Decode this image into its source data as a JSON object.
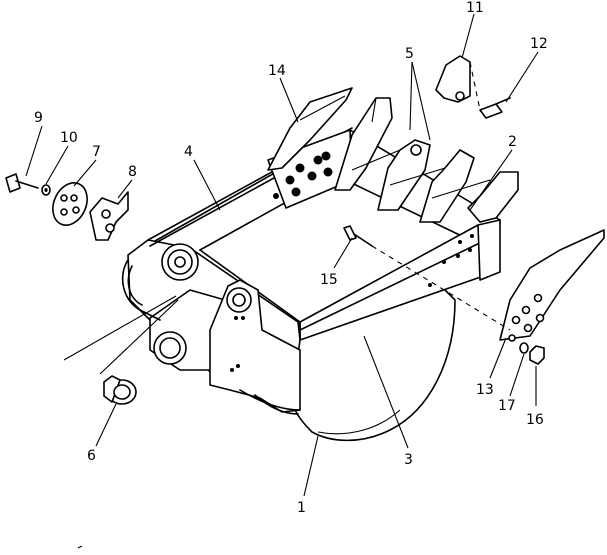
{
  "diagram": {
    "type": "exploded-parts-diagram",
    "callouts": [
      {
        "id": "c1",
        "label": "1"
      },
      {
        "id": "c2",
        "label": "2"
      },
      {
        "id": "c3",
        "label": "3"
      },
      {
        "id": "c4",
        "label": "4"
      },
      {
        "id": "c5",
        "label": "5"
      },
      {
        "id": "c6",
        "label": "6"
      },
      {
        "id": "c7",
        "label": "7"
      },
      {
        "id": "c8",
        "label": "8"
      },
      {
        "id": "c9",
        "label": "9"
      },
      {
        "id": "c10",
        "label": "10"
      },
      {
        "id": "c11",
        "label": "11"
      },
      {
        "id": "c12",
        "label": "12"
      },
      {
        "id": "c13",
        "label": "13"
      },
      {
        "id": "c14",
        "label": "14"
      },
      {
        "id": "c15",
        "label": "15"
      },
      {
        "id": "c16",
        "label": "16"
      },
      {
        "id": "c17",
        "label": "17"
      }
    ]
  }
}
